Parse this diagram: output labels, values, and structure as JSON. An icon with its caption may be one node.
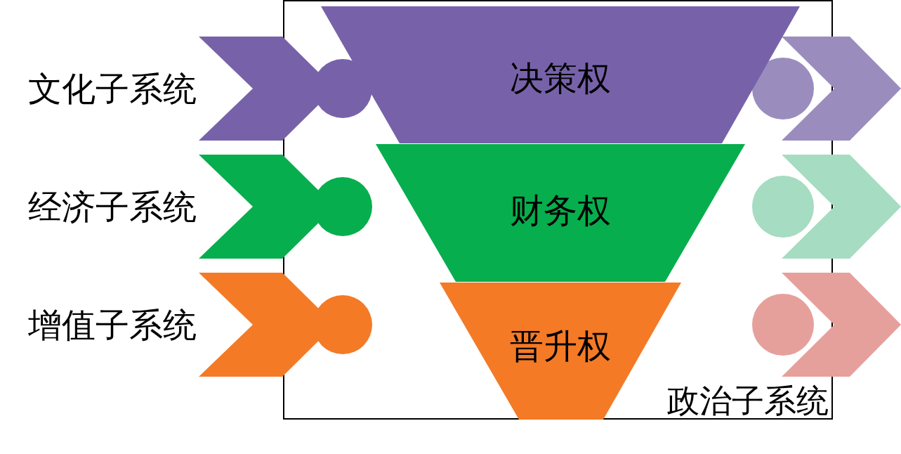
{
  "diagram": {
    "nodes": [
      {
        "text": [
          "政治子系统"
        ]
      },
      {
        "text": [
          "决策权"
        ],
        "in": 0
      },
      {
        "text": [
          "财务权"
        ],
        "in": 0
      },
      {
        "text": [
          "晋升权"
        ],
        "in": 0
      },
      {
        "text": [
          "文化子系统"
        ]
      },
      {
        "text": [
          "经济子系统"
        ]
      },
      {
        "text": [
          "增值子系统"
        ]
      },
      {
        "text": [],
        "shape": "chevron"
      },
      {
        "text": [],
        "shape": "chevron"
      },
      {
        "text": [],
        "shape": "chevron"
      }
    ]
  }
}
